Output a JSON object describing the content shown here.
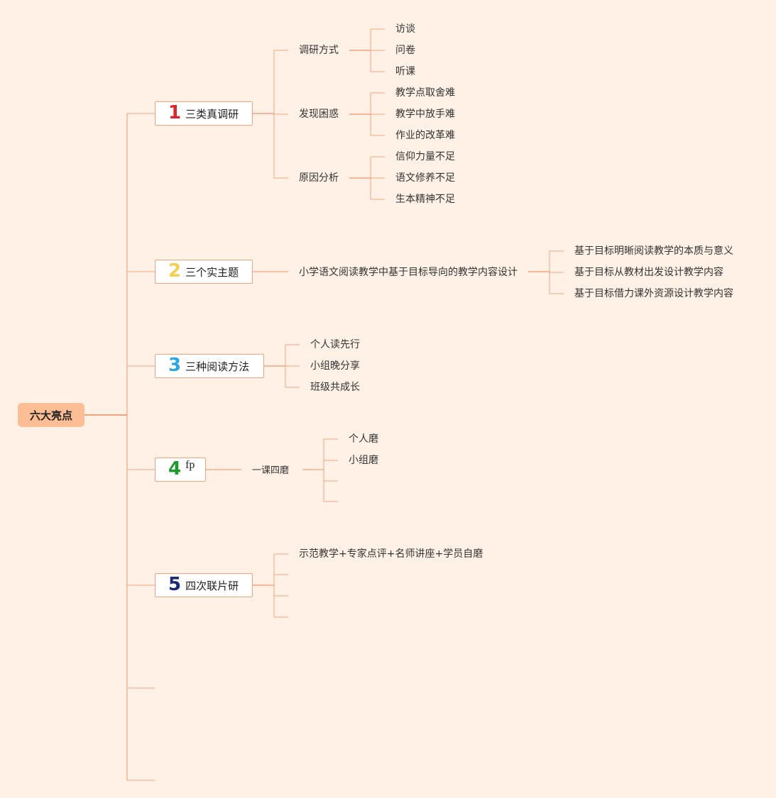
{
  "root": {
    "label": "六大亮点"
  },
  "branches": [
    {
      "number": "1",
      "label": "三类真调研",
      "children": [
        {
          "label": "调研方式",
          "children": [
            "访谈",
            "问卷",
            "听课"
          ]
        },
        {
          "label": "发现困惑",
          "children": [
            "教学点取舍难",
            "教学中放手难",
            "作业的改革难"
          ]
        },
        {
          "label": "原因分析",
          "children": [
            "信仰力量不足",
            "语文修养不足",
            "生本精神不足"
          ]
        }
      ]
    },
    {
      "number": "2",
      "label": "三个实主题",
      "children": [
        {
          "label": "小学语文阅读教学中基于目标导向的教学内容设计",
          "children": [
            "基于目标明晰阅读教学的本质与意义",
            "基于目标从教材出发设计教学内容",
            "基于目标借力课外资源设计教学内容"
          ]
        }
      ]
    },
    {
      "number": "3",
      "label": "三种阅读方法",
      "children": [
        "个人读先行",
        "小组晚分享",
        "班级共成长"
      ]
    },
    {
      "number": "4",
      "label": "fp",
      "children": [
        {
          "label": "一课四磨",
          "children": [
            "个人磨",
            "小组磨",
            "",
            ""
          ]
        }
      ]
    },
    {
      "number": "5",
      "label": "四次联片研",
      "children": [
        "示范教学+专家点评+名师讲座+学员自磨",
        "",
        "",
        ""
      ]
    }
  ],
  "colors": {
    "line": "#f6a27c",
    "background": "#fff1e6",
    "root_fill": "#fdbd95"
  }
}
